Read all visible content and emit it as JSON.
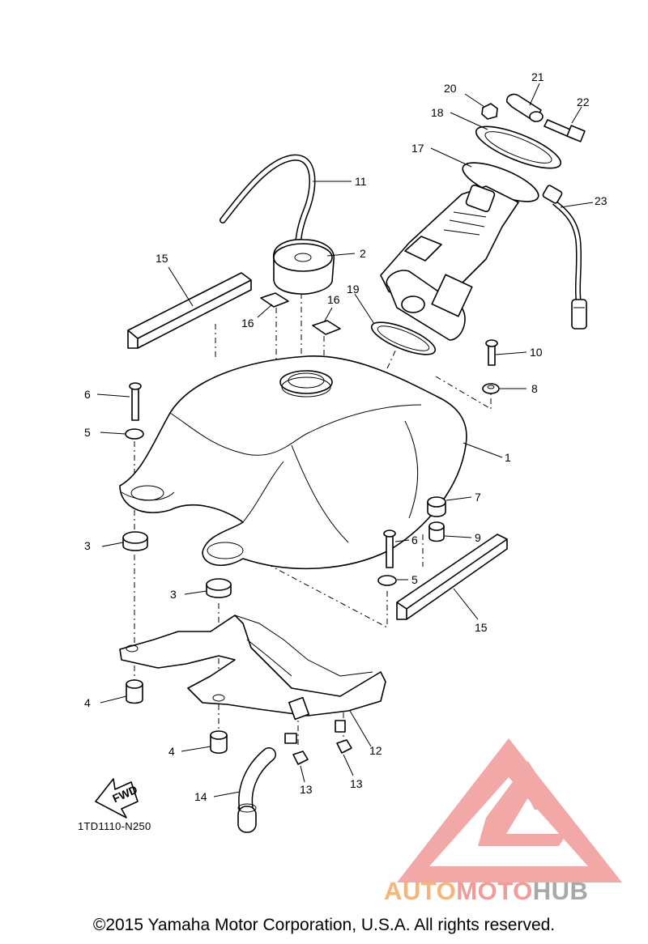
{
  "diagram": {
    "callouts": [
      {
        "num": "1"
      },
      {
        "num": "2"
      },
      {
        "num": "3"
      },
      {
        "num": "3"
      },
      {
        "num": "4"
      },
      {
        "num": "4"
      },
      {
        "num": "5"
      },
      {
        "num": "5"
      },
      {
        "num": "6"
      },
      {
        "num": "6"
      },
      {
        "num": "7"
      },
      {
        "num": "8"
      },
      {
        "num": "9"
      },
      {
        "num": "10"
      },
      {
        "num": "11"
      },
      {
        "num": "12"
      },
      {
        "num": "13"
      },
      {
        "num": "13"
      },
      {
        "num": "14"
      },
      {
        "num": "15"
      },
      {
        "num": "15"
      },
      {
        "num": "16"
      },
      {
        "num": "16"
      },
      {
        "num": "17"
      },
      {
        "num": "18"
      },
      {
        "num": "19"
      },
      {
        "num": "20"
      },
      {
        "num": "21"
      },
      {
        "num": "22"
      },
      {
        "num": "23"
      }
    ],
    "fwd_label": "FWD",
    "drawing_code": "1TD1110-N250"
  },
  "watermark": {
    "part1": "AUTO",
    "part2": "MOTO",
    "part3": "HUB",
    "logo_color": "#f29a9a",
    "auto_color": "#f6b57a",
    "hub_color": "#a8a8a8"
  },
  "footer": {
    "copyright": "©2015 Yamaha Motor Corporation, U.S.A. All rights reserved."
  }
}
